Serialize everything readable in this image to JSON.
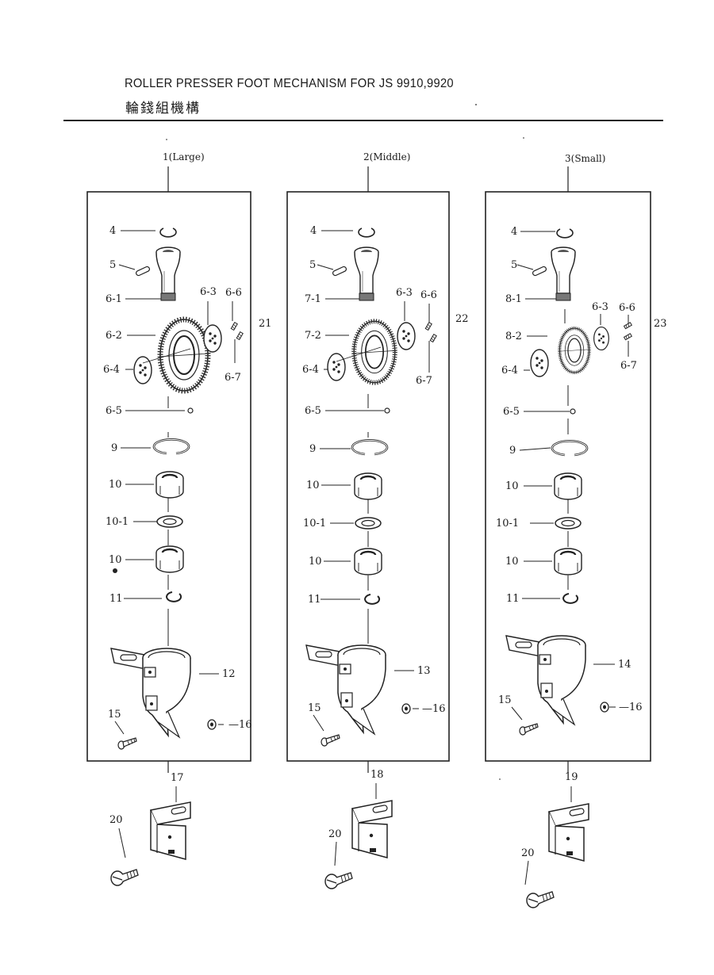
{
  "header": {
    "title": "ROLLER PRESSER FOOT MECHANISM FOR JS 9910,9920",
    "subtitle": "輪錢組機構"
  },
  "variants": [
    {
      "name": "1(Large)",
      "group": "21",
      "labels": {
        "p4": "4",
        "p5": "5",
        "a1": "6-1",
        "a2": "6-2",
        "p63": "6-3",
        "p66": "6-6",
        "p64": "6-4",
        "p67": "6-7",
        "p65": "6-5",
        "p9": "9",
        "p10a": "10",
        "p101": "10-1",
        "p10b": "10",
        "p11": "11",
        "holder": "12",
        "p15": "15",
        "p16": "16"
      },
      "foot": "17",
      "screw": "20"
    },
    {
      "name": "2(Middle)",
      "group": "22",
      "labels": {
        "p4": "4",
        "p5": "5",
        "a1": "7-1",
        "a2": "7-2",
        "p63": "6-3",
        "p66": "6-6",
        "p64": "6-4",
        "p67": "6-7",
        "p65": "6-5",
        "p9": "9",
        "p10a": "10",
        "p101": "10-1",
        "p10b": "10",
        "p11": "11",
        "holder": "13",
        "p15": "15",
        "p16": "16"
      },
      "foot": "18",
      "screw": "20"
    },
    {
      "name": "3(Small)",
      "group": "23",
      "labels": {
        "p4": "4",
        "p5": "5",
        "a1": "8-1",
        "a2": "8-2",
        "p63": "6-3",
        "p66": "6-6",
        "p64": "6-4",
        "p67": "6-7",
        "p65": "6-5",
        "p9": "9",
        "p10a": "10",
        "p101": "10-1",
        "p10b": "10",
        "p11": "11",
        "holder": "14",
        "p15": "15",
        "p16": "16"
      },
      "foot": "19",
      "screw": "20"
    }
  ]
}
